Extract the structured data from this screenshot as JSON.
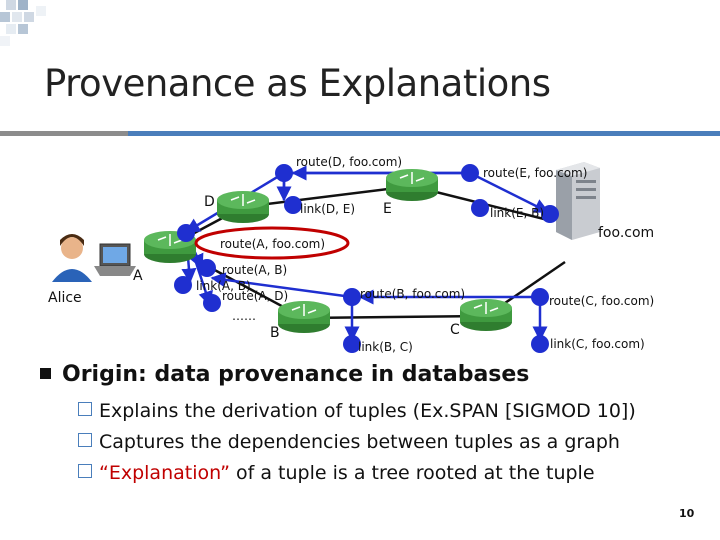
{
  "title": "Provenance as Explanations",
  "nodes": {
    "alice": "Alice",
    "a": "A",
    "b": "B",
    "c": "C",
    "d": "D",
    "e": "E",
    "foo": "foo.com"
  },
  "tuples": {
    "route_d": "route(D, foo.com)",
    "route_e": "route(E, foo.com)",
    "link_de": "link(D, E)",
    "link_e": "link(E, B)",
    "route_a_foo": "route(A, foo.com)",
    "route_ab": "route(A, B)",
    "link_ab": "link(A, B)",
    "route_ad": "route(A, D)",
    "ellipsis": "……",
    "route_b": "route(B, foo.com)",
    "route_c": "route(C, foo.com)",
    "link_bc": "link(B, C)",
    "link_c": "link(C, foo.com)"
  },
  "bullets": {
    "main": "Origin: data provenance in databases",
    "sub1": "Explains the derivation of tuples (Ex.SPAN [SIGMOD 10])",
    "sub2": "Captures the dependencies between tuples as a graph",
    "sub3_quote": "“Explanation”",
    "sub3_rest": " of a tuple is a tree rooted at the tuple"
  },
  "page_number": "10",
  "colors": {
    "accent_blue": "#4a7ebb",
    "tuple_node": "#1f2fd0",
    "highlight_red": "#c00000",
    "router_green": "#3f9a3f"
  }
}
